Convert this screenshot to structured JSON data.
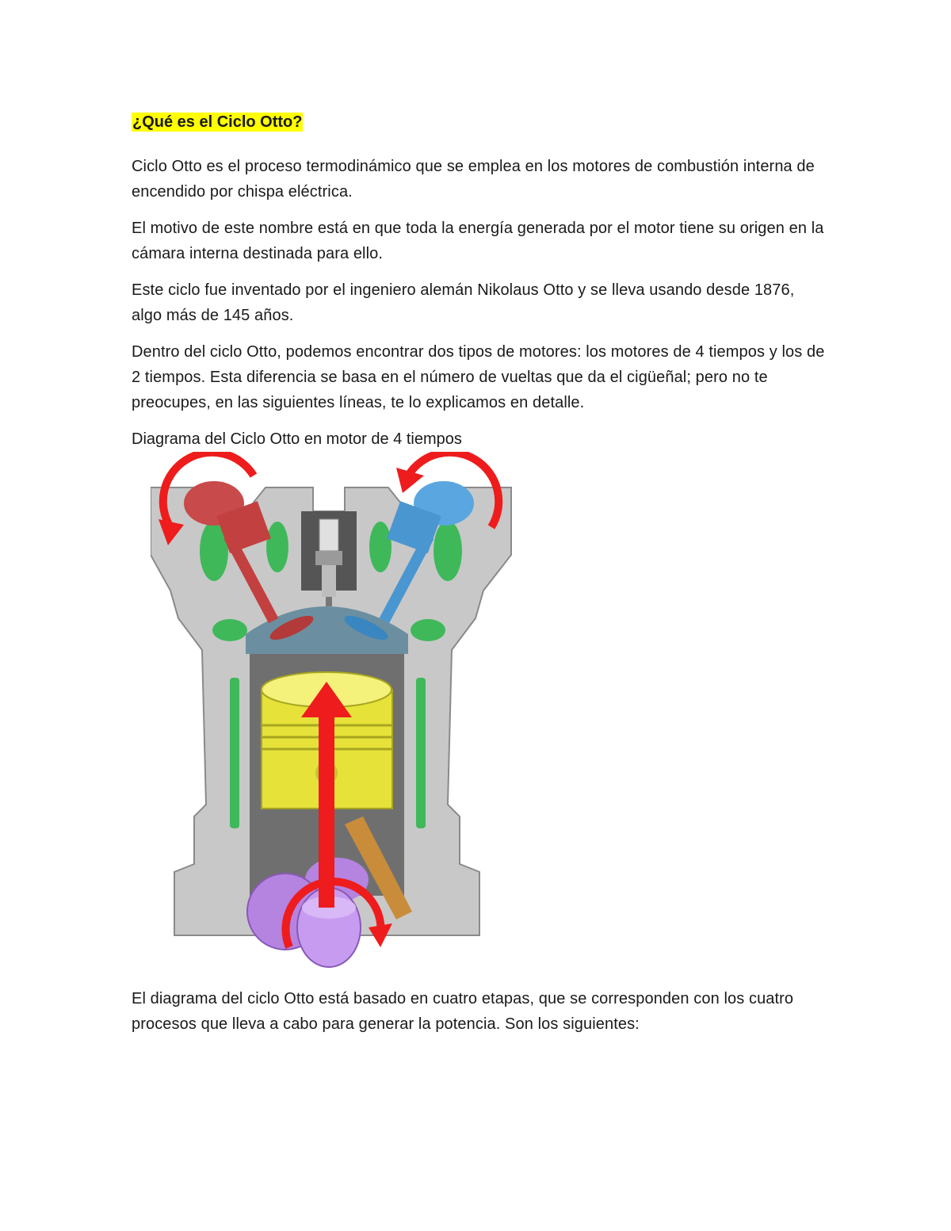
{
  "document": {
    "heading": "¿Qué es el Ciclo Otto?",
    "paragraphs": [
      "Ciclo Otto es el proceso termodinámico que se emplea en los motores de combustión interna de encendido por chispa eléctrica.",
      "El motivo de este nombre está en que toda la energía generada por el motor tiene su origen en la cámara interna destinada para ello.",
      "Este ciclo fue inventado por el ingeniero alemán Nikolaus Otto y se lleva usando desde 1876, algo más de 145 años.",
      "Dentro del ciclo Otto, podemos encontrar dos tipos de motores: los motores de 4 tiempos y los de 2 tiempos. Esta diferencia se basa en el número de vueltas que da el cigüeñal; pero no te preocupes, en las siguientes líneas, te lo explicamos en detalle."
    ],
    "figure_caption": "Diagrama del Ciclo Otto en motor de 4 tiempos",
    "closing_paragraph": "El diagrama del ciclo Otto está basado en cuatro etapas, que se corresponden con los cuatro procesos que lleva a cabo para generar la potencia. Son los siguientes:"
  },
  "colors": {
    "highlight": "#ffff00",
    "intake_valve": "#c94a4a",
    "exhaust_valve": "#5aa6e0",
    "piston": "#e6e23a",
    "crank": "#b583e0",
    "arrow": "#ee1c1c",
    "coolant": "#3fb85a",
    "block": "#c8c8c8"
  }
}
